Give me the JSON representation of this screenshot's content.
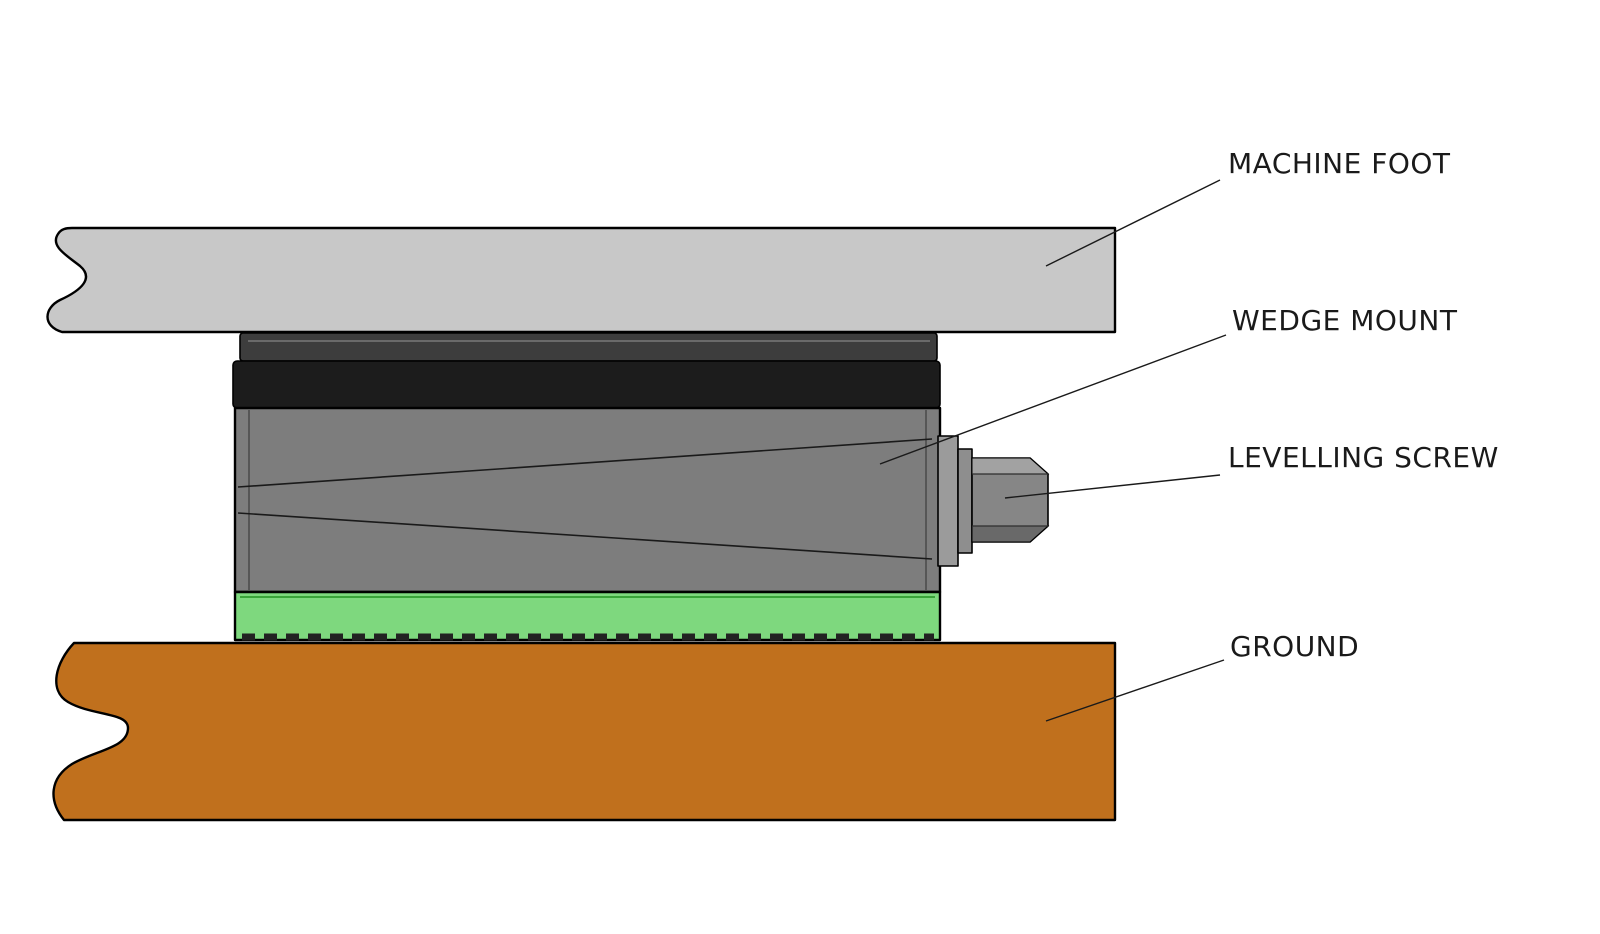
{
  "diagram": {
    "type": "technical-annotated-section-view",
    "labels": {
      "machine_foot": "MACHINE FOOT",
      "wedge_mount": "WEDGE MOUNT",
      "levelling_screw": "LEVELLING SCREW",
      "ground": "GROUND"
    },
    "colors": {
      "background": "#ffffff",
      "machine_foot": "#c8c8c8",
      "mount_top_plate": "#3d3d3d",
      "mount_band": "#1c1c1c",
      "mount_body": "#7d7d7d",
      "base_pad": "#7ed87e",
      "base_pad_edge": "#3aa33a",
      "screw_washer": "#9b9b9b",
      "screw_collar": "#8e8e8e",
      "nut_body": "#868686",
      "nut_top_facet": "#a2a2a2",
      "nut_bottom_facet": "#696969",
      "ground": "#c0701d",
      "outline": "#000000",
      "label_text": "#1a1a1a"
    }
  }
}
